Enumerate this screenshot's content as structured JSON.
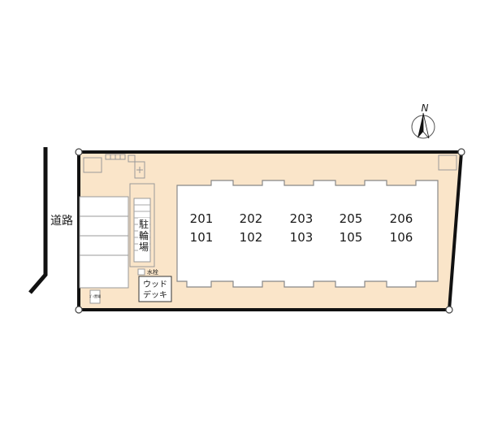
{
  "compass": {
    "label": "N"
  },
  "road": {
    "label": "道路"
  },
  "bicycle_parking": {
    "label_chars": [
      "駐",
      "輪",
      "場"
    ]
  },
  "faucet": {
    "label": "水栓"
  },
  "wood_deck": {
    "line1": "ウッド",
    "line2": "デッキ"
  },
  "small_label": {
    "text": "ｺﾞﾐ置場"
  },
  "units": {
    "upper": [
      "201",
      "202",
      "203",
      "205",
      "206"
    ],
    "lower": [
      "101",
      "102",
      "103",
      "105",
      "106"
    ]
  },
  "colors": {
    "lot": "#fae5c9",
    "boundary": "#111111"
  }
}
